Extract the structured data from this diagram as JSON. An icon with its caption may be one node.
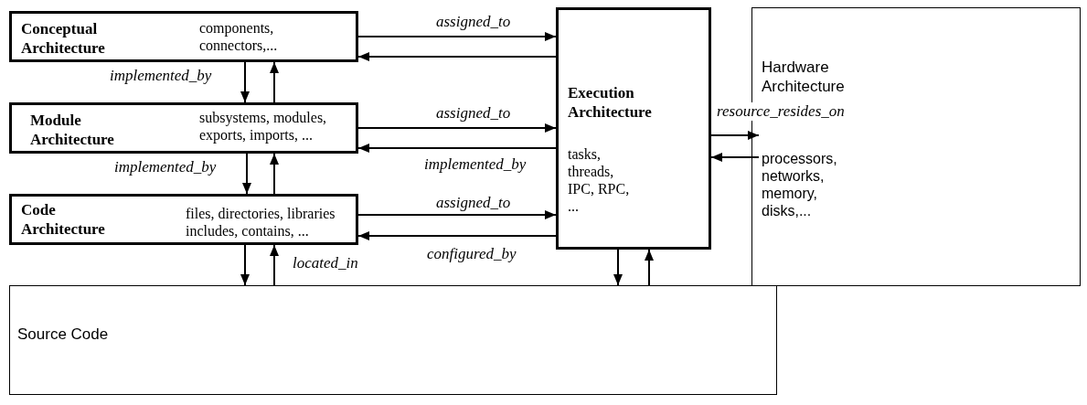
{
  "diagram": {
    "nodes": [
      {
        "text": [
          "Conceptual Architecture",
          "components, connectors,..."
        ]
      },
      {
        "text": [
          "Module Architecture",
          "subsystems, modules, exports, imports, ..."
        ]
      },
      {
        "text": [
          "Code Architecture",
          "files, directories, libraries includes, contains, ..."
        ]
      },
      {
        "text": [
          "Execution Architecture",
          "tasks, threads, IPC, RPC, ..."
        ]
      },
      {
        "text": [
          "Hardware Architecture",
          "processors, networks, memory, disks,..."
        ]
      },
      {
        "text": [
          "Source Code"
        ]
      }
    ],
    "edges": [
      {
        "from": 0,
        "to": 3,
        "arrow": "to",
        "label": "assigned_to"
      },
      {
        "from": 3,
        "to": 0,
        "arrow": "to"
      },
      {
        "from": 0,
        "to": 1,
        "arrow": "to",
        "label": "implemented_by"
      },
      {
        "from": 1,
        "to": 0,
        "arrow": "to"
      },
      {
        "from": 1,
        "to": 3,
        "arrow": "to",
        "label": "assigned_to"
      },
      {
        "from": 3,
        "to": 1,
        "arrow": "to",
        "label": "implemented_by"
      },
      {
        "from": 1,
        "to": 2,
        "arrow": "to",
        "label": "implemented_by"
      },
      {
        "from": 2,
        "to": 1,
        "arrow": "to"
      },
      {
        "from": 2,
        "to": 3,
        "arrow": "to",
        "label": "assigned_to"
      },
      {
        "from": 3,
        "to": 2,
        "arrow": "to",
        "label": "configured_by"
      },
      {
        "from": 2,
        "to": 5,
        "arrow": "to"
      },
      {
        "from": 5,
        "to": 2,
        "arrow": "to",
        "label": "located_in"
      },
      {
        "from": 3,
        "to": 4,
        "arrow": "to",
        "label": "resource_resides_on"
      },
      {
        "from": 4,
        "to": 3,
        "arrow": "to"
      },
      {
        "from": 3,
        "to": 5,
        "arrow": "to"
      },
      {
        "from": 5,
        "to": 3,
        "arrow": "to"
      }
    ]
  }
}
